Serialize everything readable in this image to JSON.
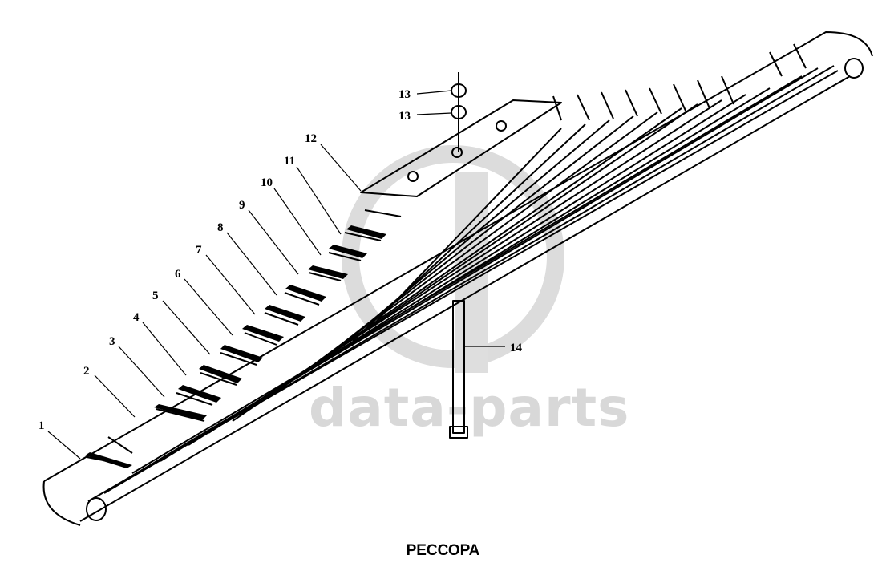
{
  "caption": "РЕССОРА",
  "watermark": "data-parts",
  "callouts": [
    {
      "label": "1"
    },
    {
      "label": "2"
    },
    {
      "label": "3"
    },
    {
      "label": "4"
    },
    {
      "label": "5"
    },
    {
      "label": "6"
    },
    {
      "label": "7"
    },
    {
      "label": "8"
    },
    {
      "label": "9"
    },
    {
      "label": "10"
    },
    {
      "label": "11"
    },
    {
      "label": "12"
    },
    {
      "label": "13"
    },
    {
      "label": "13"
    },
    {
      "label": "14"
    }
  ]
}
